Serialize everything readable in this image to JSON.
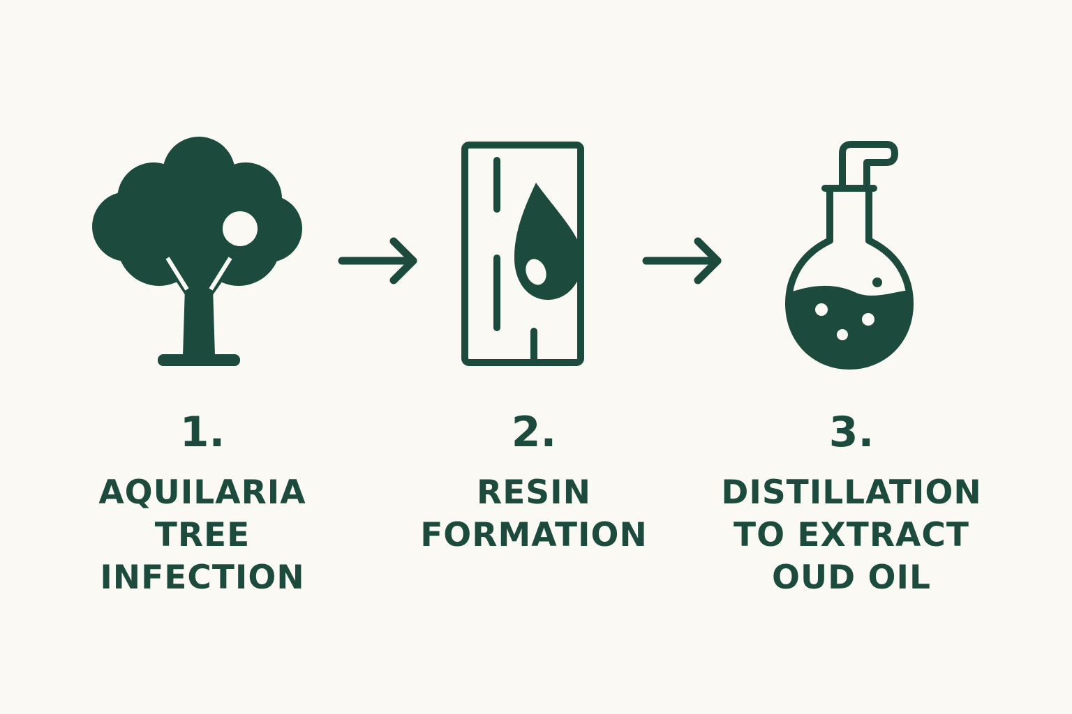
{
  "colors": {
    "background": "#fbf9f4",
    "accent": "#1c4a3c"
  },
  "steps": [
    {
      "number": "1.",
      "icon": "tree-icon",
      "lines": [
        "AQUILARIA",
        "TREE",
        "INFECTION"
      ]
    },
    {
      "number": "2.",
      "icon": "wood-resin-icon",
      "lines": [
        "RESIN",
        "FORMATION"
      ]
    },
    {
      "number": "3.",
      "icon": "distillation-flask-icon",
      "lines": [
        "DISTILLATION",
        "TO EXTRACT",
        "OUD OIL"
      ]
    }
  ],
  "connectors": [
    "arrow-right-icon",
    "arrow-right-icon"
  ]
}
